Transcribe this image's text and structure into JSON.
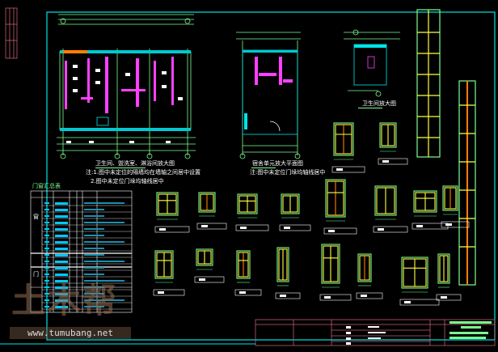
{
  "drawing": {
    "plan1_title": "卫生间、盥洗室、淋浴间放大图",
    "plan1_note1": "注:1.图中未定位的隔墙均在墙轴之间居中设置",
    "plan1_note2": "2.图中未定位门垛均轴线居中",
    "plan2_title": "宿舍单元放大平面图",
    "plan2_note": "注:图中未定位门垛均轴线居中",
    "toilet_title": "卫生间放大图",
    "table_title": "门窗汇总表",
    "table_groups": [
      "窗",
      "门"
    ]
  },
  "watermark": {
    "logo": "土木帮",
    "url": "www.tumubang.net"
  },
  "colors": {
    "frame": "#00e5e5",
    "wall": "#7dff8f",
    "window": "#ffff40",
    "accent": "#ff40ff",
    "titleblock": "#c06070"
  }
}
